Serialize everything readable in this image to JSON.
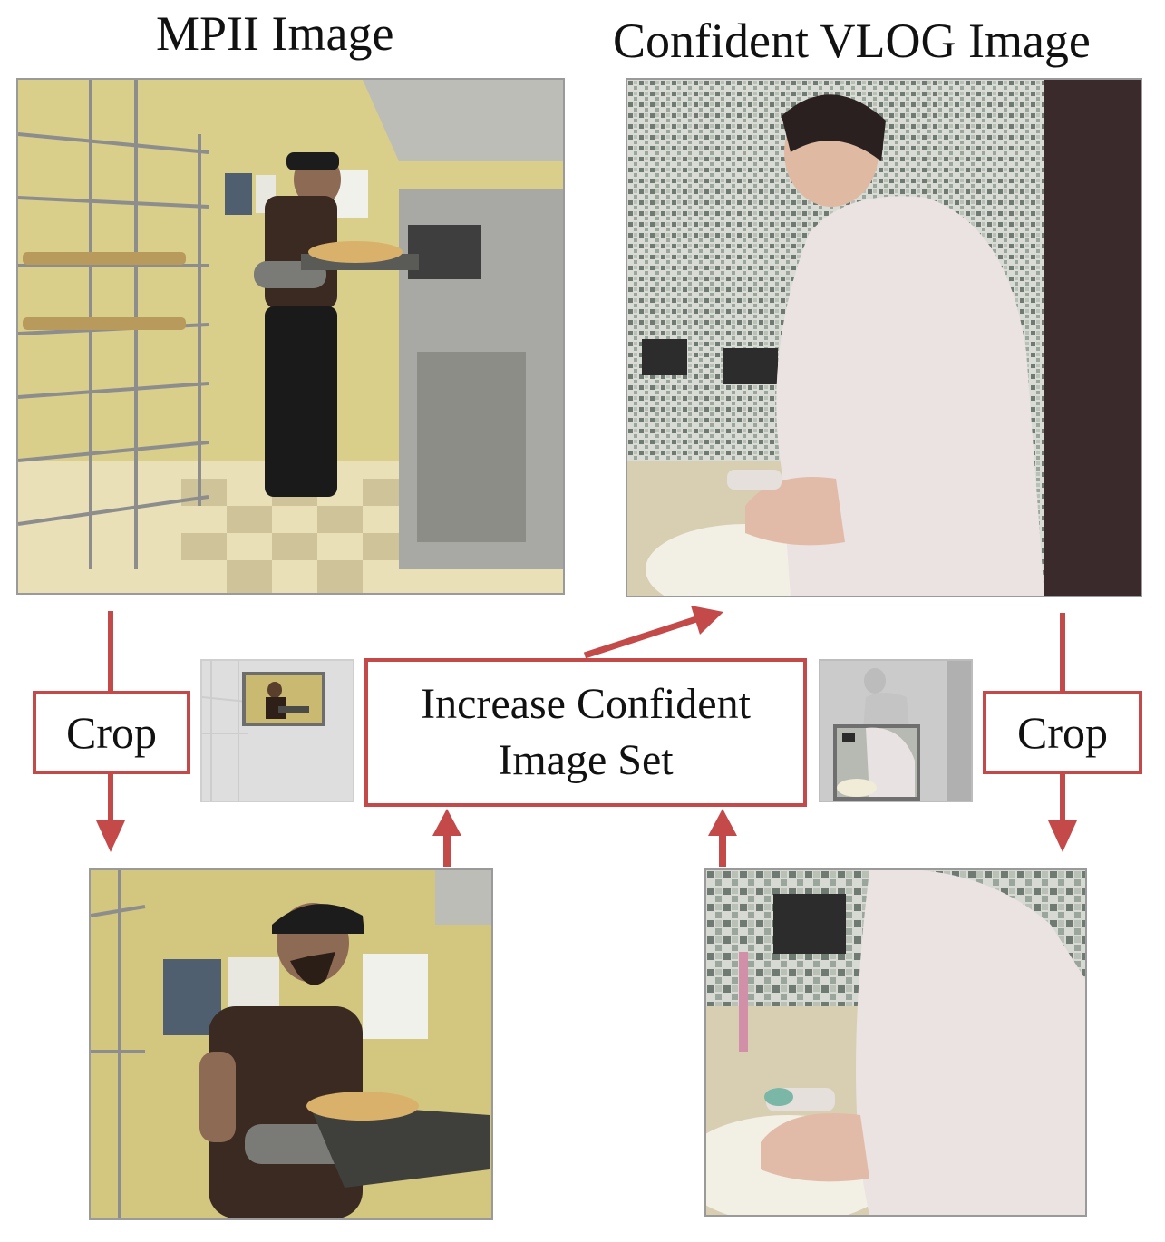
{
  "titles": {
    "mpii": "MPII Image",
    "vlog": "Confident VLOG Image"
  },
  "boxes": {
    "crop_left": "Crop",
    "crop_right": "Crop",
    "center_line1": "Increase Confident",
    "center_line2": "Image Set"
  },
  "colors": {
    "arrow": "#c44a4a",
    "frame": "#9a9a9a"
  },
  "photos": {
    "mpii_full": "baker holding tray of bread beside oven",
    "mpii_crop": "baker close-up crop",
    "vlog_full": "woman in hoodie washing hands at sink",
    "vlog_crop": "hands at sink close-up crop",
    "mpii_thumb": "crop-region thumbnail",
    "vlog_thumb": "crop-region thumbnail"
  }
}
